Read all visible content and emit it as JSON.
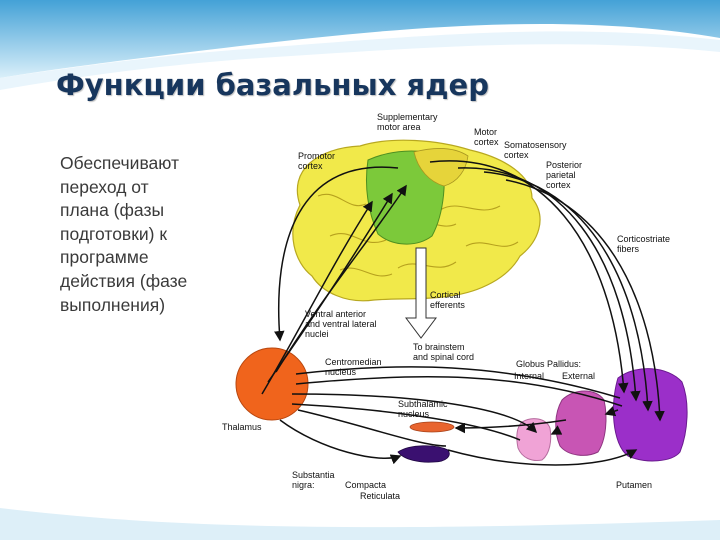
{
  "slide": {
    "title": "Функции базальных ядер",
    "body": "Обеспечивают\nпереход от\nплана (фазы\nподготовки) к\nпрограмме\nдействия (фазе\nвыполнения)"
  },
  "diagram": {
    "labels": {
      "supplementary": [
        "Supplementary",
        "motor area"
      ],
      "motor": [
        "Motor",
        "cortex"
      ],
      "somatosensory": [
        "Somatosensory",
        "cortex"
      ],
      "posterior": [
        "Posterior",
        "parietal",
        "cortex"
      ],
      "promotor": [
        "Promotor",
        "cortex"
      ],
      "corticostriate": [
        "Corticostriate",
        "fibers"
      ],
      "cortical_efferents": [
        "Cortical",
        "efferents"
      ],
      "ventral_nuclei": [
        "Ventral anterior",
        "and ventral lateral",
        "nuclei"
      ],
      "brainstem": [
        "To brainstem",
        "and spinal cord"
      ],
      "globus_pallidus": "Globus Pallidus:",
      "internal": "Internal",
      "external": "External",
      "centromedian": [
        "Centromedian",
        "nucleus"
      ],
      "subthalamic": [
        "Subthalamic",
        "nucleus"
      ],
      "thalamus": "Thalamus",
      "putamen": "Putamen",
      "substantia": [
        "Substantia",
        "nigra:"
      ],
      "compacta": "Compacta",
      "reticulata": "Reticulata"
    },
    "colors": {
      "background_top": "#3a9fd6",
      "title": "#17365d",
      "brain": "#f1e94a",
      "motor_area": "#7cc93a",
      "thalamus": "#f0641c",
      "putamen": "#9b2fc9",
      "globus_external": "#c855b4",
      "globus_internal": "#f0a3d6",
      "subthalamic": "#e8642e",
      "substantia_nigra": "#3a1070"
    }
  }
}
